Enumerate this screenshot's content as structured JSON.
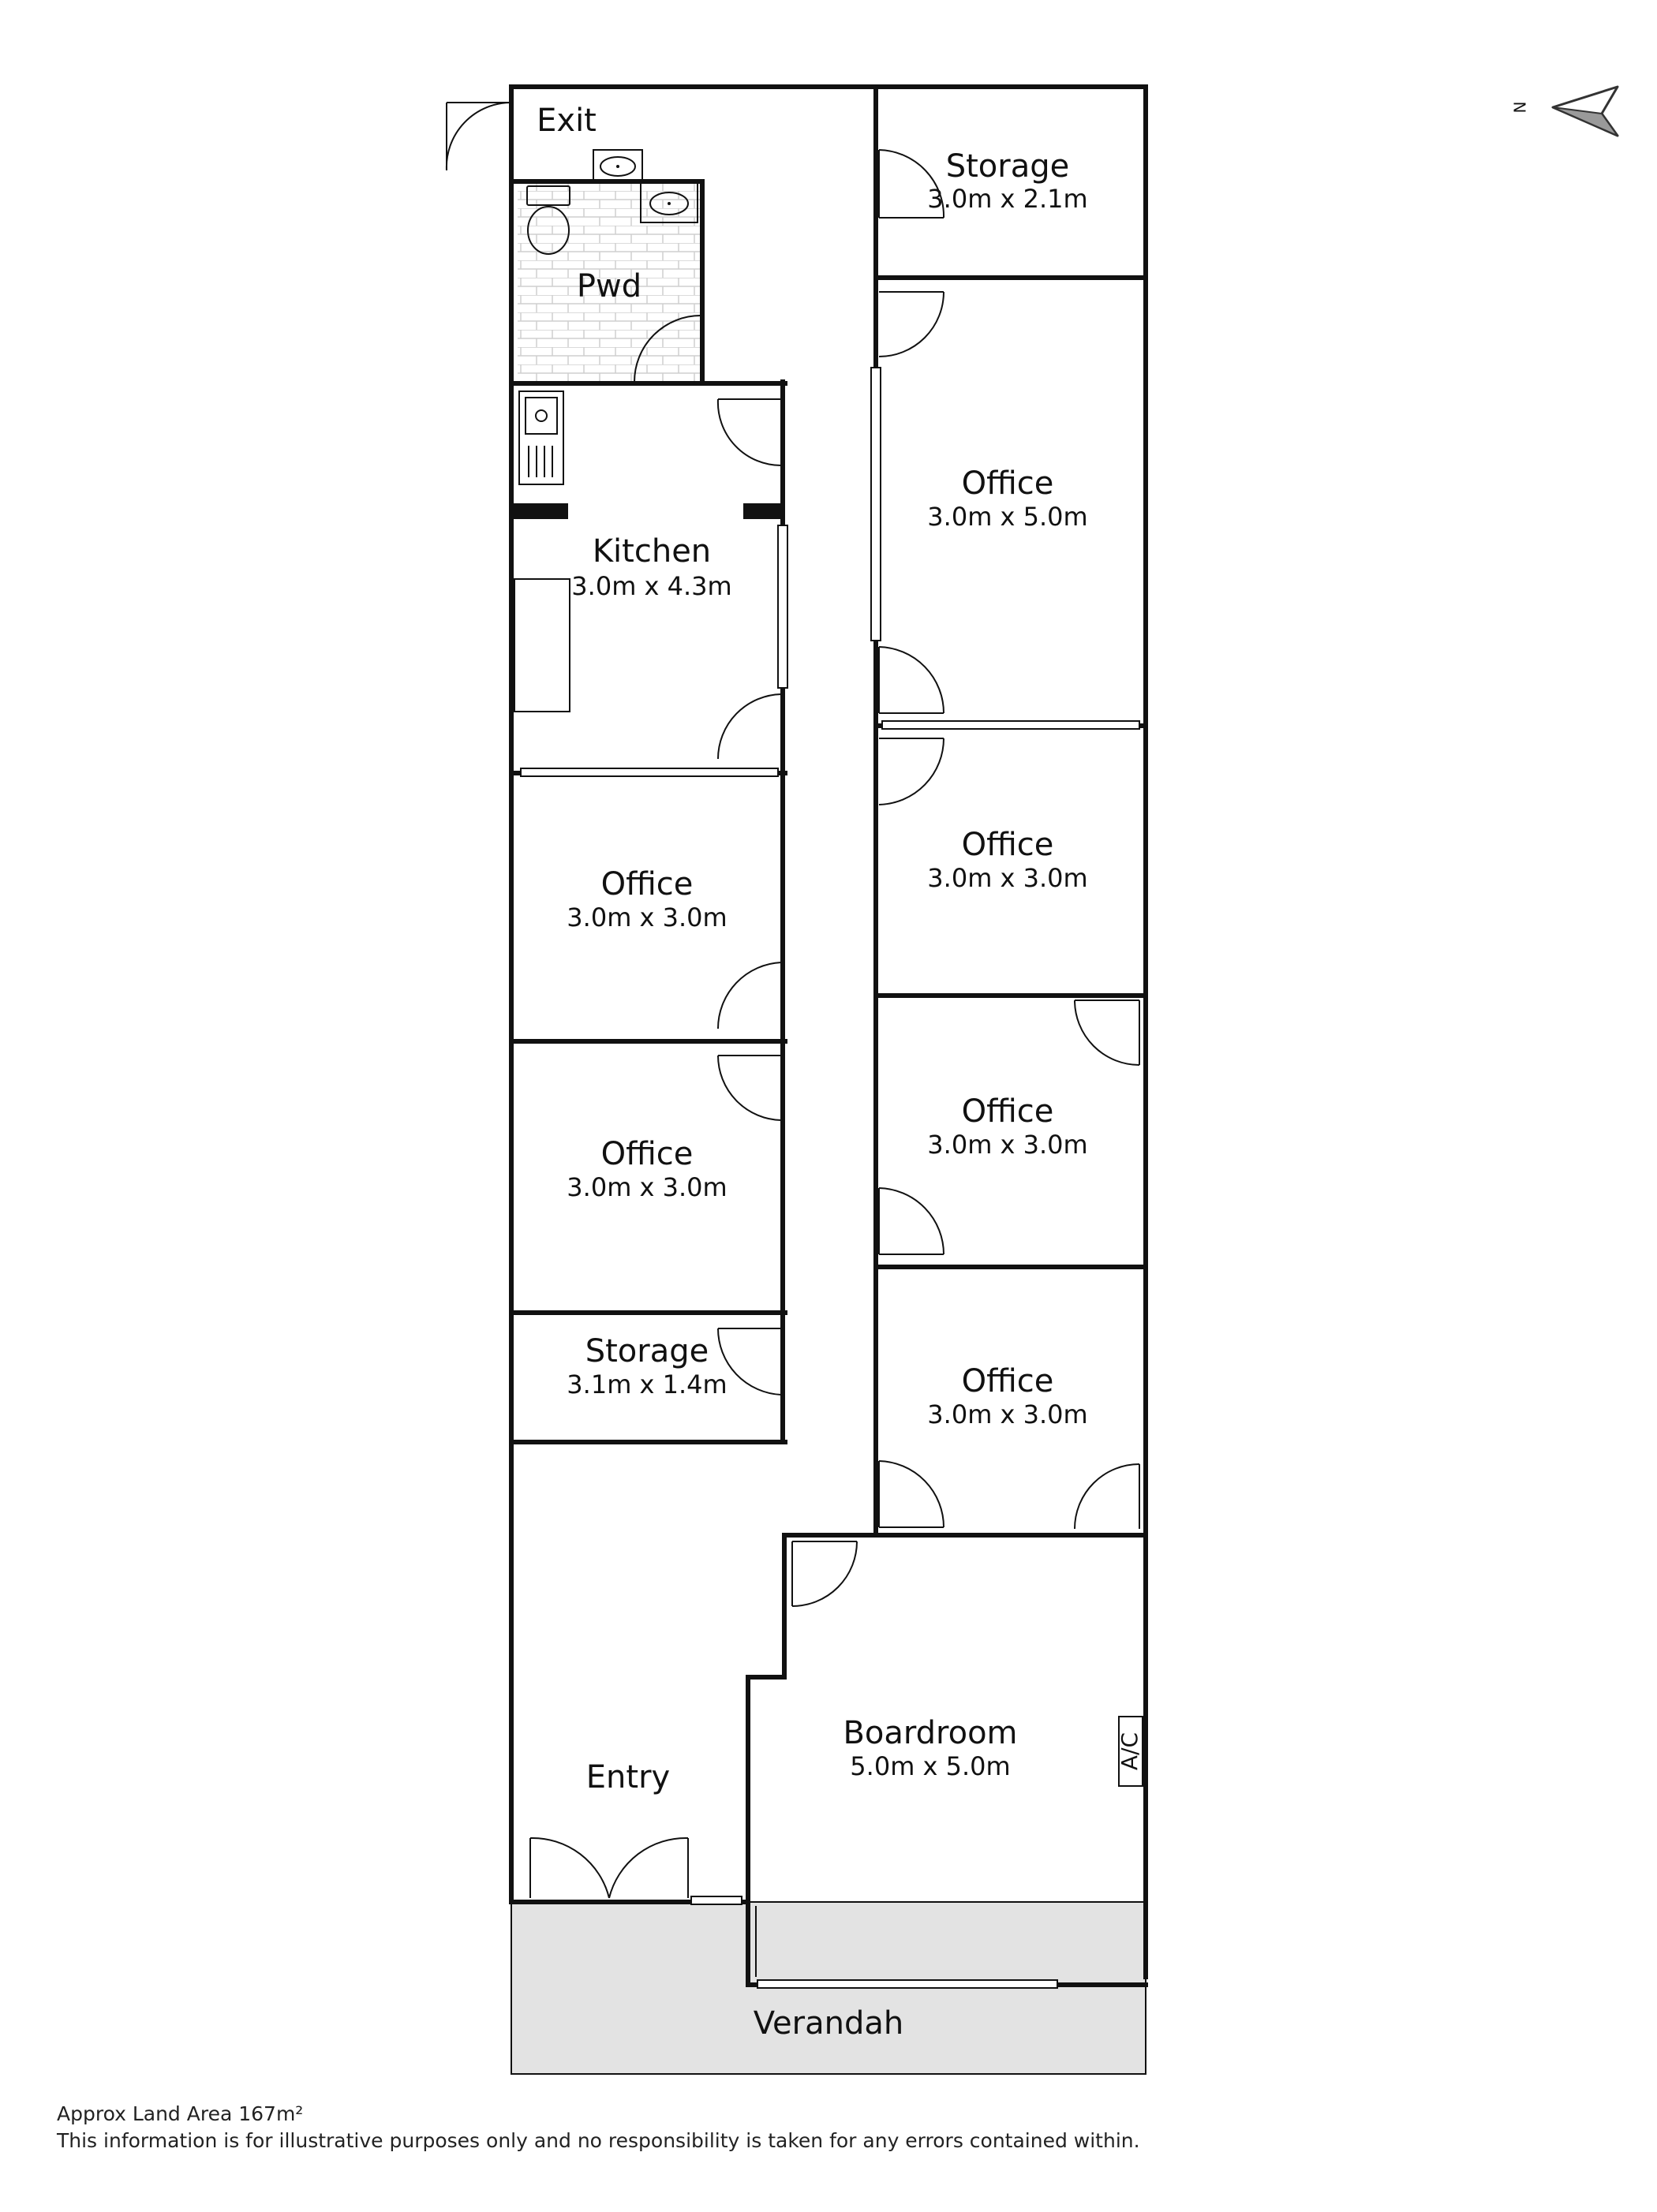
{
  "compass": {
    "north_label": "N"
  },
  "rooms": {
    "exit": {
      "name": "Exit"
    },
    "storage_top": {
      "name": "Storage",
      "dims": "3.0m x 2.1m"
    },
    "pwd": {
      "name": "Pwd"
    },
    "office_right_1": {
      "name": "Office",
      "dims": "3.0m x 5.0m"
    },
    "kitchen": {
      "name": "Kitchen",
      "dims": "3.0m x 4.3m"
    },
    "office_right_2": {
      "name": "Office",
      "dims": "3.0m x 3.0m"
    },
    "office_left_1": {
      "name": "Office",
      "dims": "3.0m x 3.0m"
    },
    "office_right_3": {
      "name": "Office",
      "dims": "3.0m x 3.0m"
    },
    "office_left_2": {
      "name": "Office",
      "dims": "3.0m x 3.0m"
    },
    "storage_small": {
      "name": "Storage",
      "dims": "3.1m x 1.4m"
    },
    "office_right_4": {
      "name": "Office",
      "dims": "3.0m x 3.0m"
    },
    "boardroom": {
      "name": "Boardroom",
      "dims": "5.0m x 5.0m"
    },
    "ac": {
      "name": "A/C"
    },
    "entry": {
      "name": "Entry"
    },
    "verandah": {
      "name": "Verandah"
    }
  },
  "footer": {
    "land_area": "Approx Land Area 167m²",
    "disclaimer": "This information is for illustrative purposes only and no responsibility is taken for any errors contained within."
  }
}
